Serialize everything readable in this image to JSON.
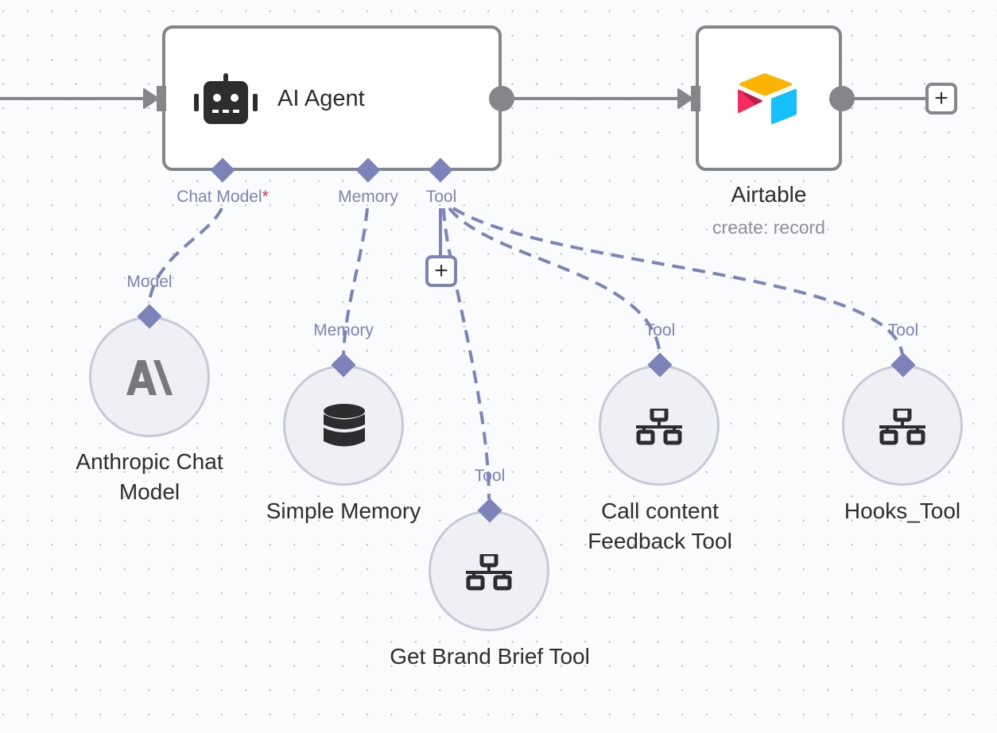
{
  "canvas": {
    "theme": {
      "edge_main": "#85868a",
      "edge_ai": "#7c83b8",
      "required_mark": "#e5304b"
    }
  },
  "nodes": {
    "ai_agent": {
      "title": "AI Agent",
      "icon": "robot-icon",
      "ports": {
        "chat_model": {
          "label": "Chat Model",
          "required": "*"
        },
        "memory": {
          "label": "Memory"
        },
        "tool": {
          "label": "Tool"
        }
      }
    },
    "airtable": {
      "title": "Airtable",
      "subtitle": "create: record",
      "icon": "airtable-logo-icon"
    },
    "anthropic": {
      "title": "Anthropic Chat Model",
      "port_label": "Model",
      "icon": "anthropic-logo-icon"
    },
    "simple_memory": {
      "title": "Simple Memory",
      "port_label": "Memory",
      "icon": "database-icon"
    },
    "get_brand_brief": {
      "title": "Get Brand Brief Tool",
      "port_label": "Tool",
      "icon": "network-icon"
    },
    "call_content_feedback": {
      "title": "Call content Feedback Tool",
      "port_label": "Tool",
      "icon": "network-icon"
    },
    "hooks_tool": {
      "title": "Hooks_Tool",
      "port_label": "Tool",
      "icon": "network-icon"
    }
  },
  "buttons": {
    "add_after_airtable": "+",
    "add_tool": "+"
  }
}
